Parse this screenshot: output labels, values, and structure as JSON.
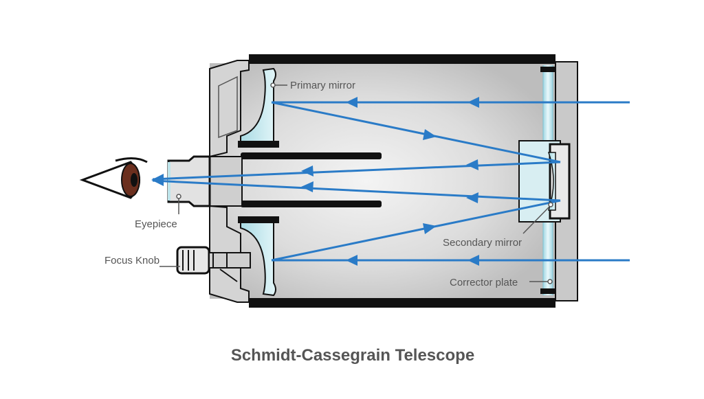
{
  "title": "Schmidt-Cassegrain Telescope",
  "labels": {
    "primary_mirror": "Primary mirror",
    "secondary_mirror": "Secondary mirror",
    "corrector_plate": "Corrector plate",
    "eyepiece": "Eyepiece",
    "focus_knob": "Focus Knob"
  },
  "colors": {
    "light_ray": "#2a7bc7",
    "tube_dark": "#111111",
    "glass": "#bfe6ec",
    "label_text": "#555555"
  }
}
